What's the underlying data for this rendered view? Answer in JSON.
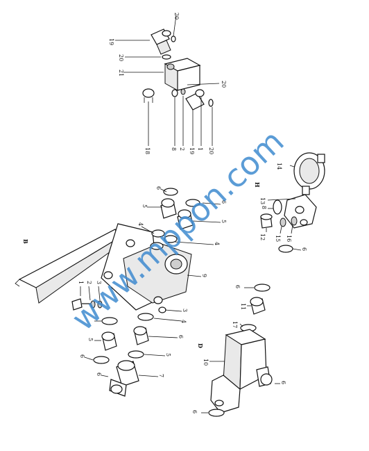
{
  "watermark": "www.mppon.com",
  "sections": [
    "B",
    "H",
    "D"
  ],
  "callouts": {
    "top": [
      "20",
      "19",
      "20",
      "21",
      "20",
      "18",
      "8",
      "2",
      "19",
      "1",
      "20"
    ],
    "mid": [
      "6",
      "5",
      "6",
      "5",
      "4",
      "4",
      "9",
      "3",
      "2",
      "1",
      "3",
      "4",
      "6",
      "5",
      "5",
      "6",
      "7",
      "6"
    ],
    "right": [
      "14",
      "13",
      "8",
      "12",
      "15",
      "16",
      "6"
    ],
    "bottom": [
      "6",
      "11",
      "17",
      "10",
      "6",
      "6"
    ]
  }
}
